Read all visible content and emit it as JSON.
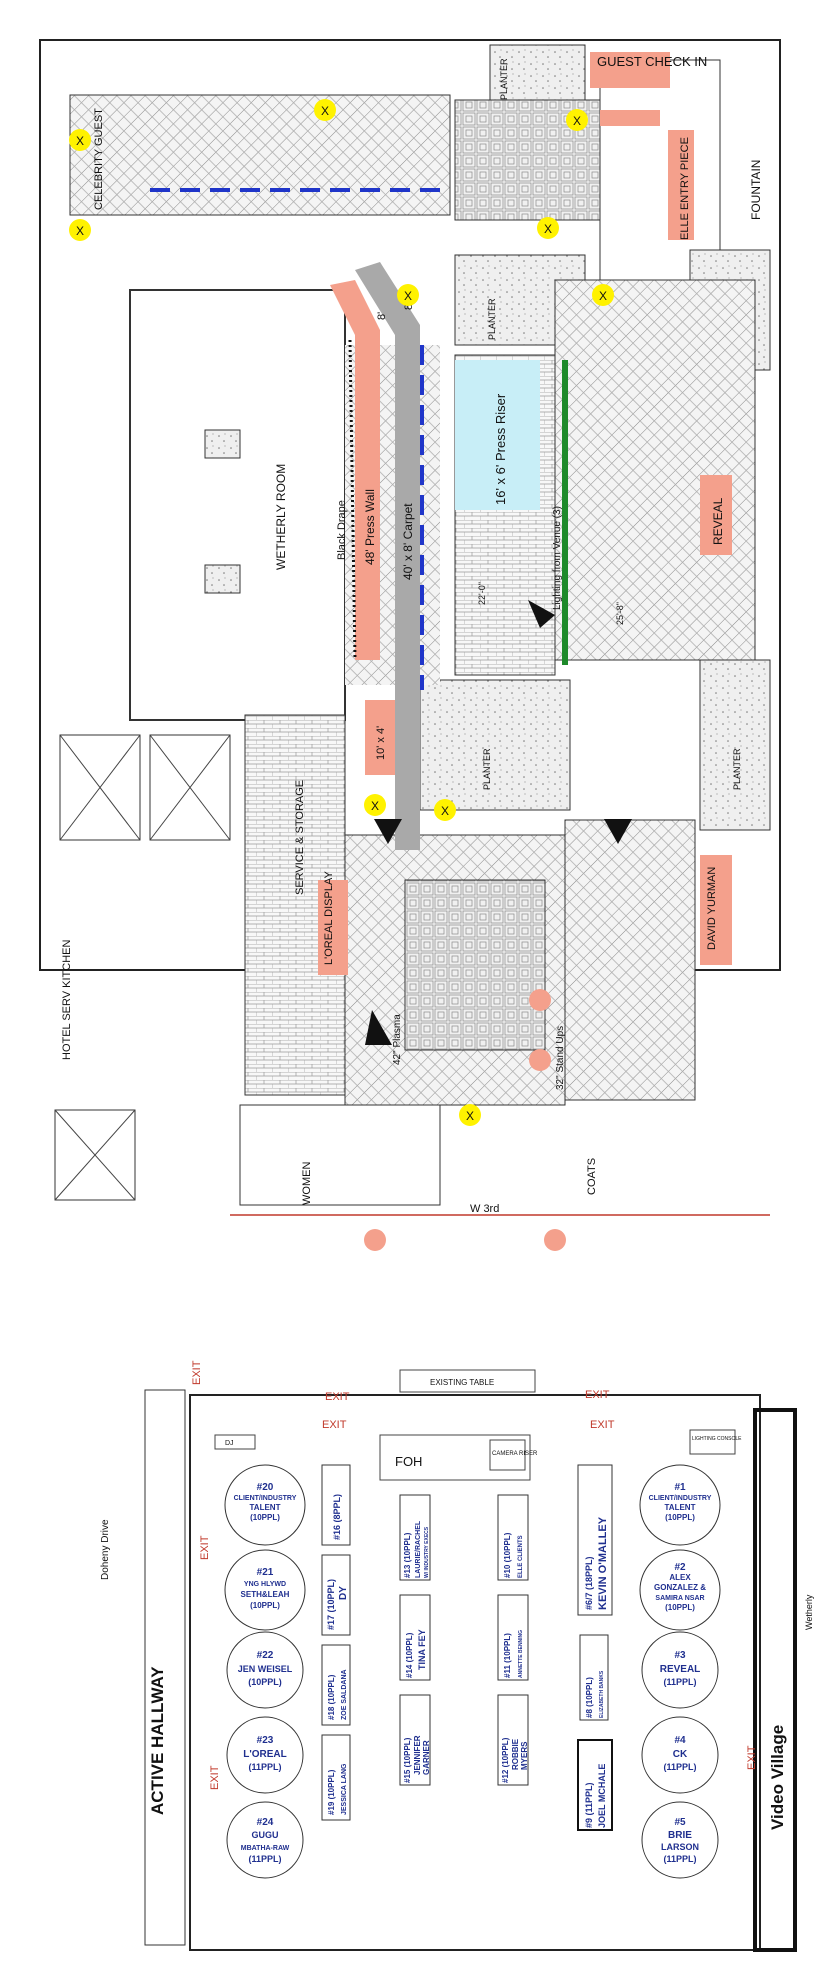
{
  "top_plan": {
    "rooms": {
      "wetherly_room": "WETHERLY ROOM",
      "hotel_serv_kitchen": "HOTEL SERV KITCHEN",
      "service_storage": "SERVICE & STORAGE",
      "women": "WOMEN",
      "coats": "COATS",
      "fountain": "FOUNTAIN",
      "planter": "PLANTER",
      "celebrity_guest": "CELEBRITY GUEST",
      "street": "W 3rd"
    },
    "labels": {
      "guest_check_in": "GUEST CHECK IN",
      "elle_entry_piece": "ELLE ENTRY PIECE",
      "reveal": "REVEAL",
      "david_yurman": "DAVID YURMAN",
      "loreal_display": "L'OREAL DISPLAY",
      "black_drape": "Black Drape",
      "press_wall": "48' Press Wall",
      "carpet": "40' x 8' Carpet",
      "carpet_8x4": "8'X4'",
      "carpet_10x4": "10' x 4'",
      "dim_8": "8'",
      "press_riser": "16' x 6' Press Riser",
      "lighting": "Lighting from Venue (3)",
      "plasma": "42\" Plasma",
      "standups": "32\" Stand Ups",
      "dim1": "22'-0\"",
      "dim2": "25'-8\""
    },
    "marker": "X"
  },
  "bottom_plan": {
    "street": "Doheny Drive",
    "active_hallway": "ACTIVE HALLWAY",
    "video_village": "Video Village",
    "wetherly": "Wetherly",
    "existing_table": "EXISTING TABLE",
    "foh": "FOH",
    "camera_riser": "CAMERA RISER",
    "dj": "DJ",
    "lighting_console": "LIGHTING CONSOLE",
    "exit": "EXIT",
    "tables": [
      {
        "l1": "#1",
        "l2": "CLIENT/INDUSTRY",
        "l3": "TALENT",
        "l4": "(10PPL)"
      },
      {
        "l1": "#2",
        "l2": "ALEX",
        "l3": "GONZALEZ &",
        "l4": "SAMIRA NSAR",
        "l5": "(10PPL)"
      },
      {
        "l1": "#3",
        "l2": "REVEAL",
        "l3": "(11PPL)"
      },
      {
        "l1": "#4",
        "l2": "CK",
        "l3": "(11PPL)"
      },
      {
        "l1": "#5",
        "l2": "BRIE",
        "l3": "LARSON",
        "l4": "(11PPL)"
      },
      {
        "l1": "#20",
        "l2": "CLIENT/INDUSTRY",
        "l3": "TALENT",
        "l4": "(10PPL)"
      },
      {
        "l1": "#21",
        "l2": "YNG HLYWD",
        "l3": "SETH&LEAH",
        "l4": "(10PPL)"
      },
      {
        "l1": "#22",
        "l2": "JEN WEISEL",
        "l3": "(10PPL)"
      },
      {
        "l1": "#23",
        "l2": "L'OREAL",
        "l3": "(11PPL)"
      },
      {
        "l1": "#24",
        "l2": "GUGU",
        "l3": "MBATHA-RAW",
        "l4": "(11PPL)"
      }
    ],
    "banquets": [
      {
        "l1": "#16 (8PPL)",
        "l2": ""
      },
      {
        "l1": "#17 (10PPL)",
        "l2": "DY"
      },
      {
        "l1": "#18 (10PPL)",
        "l2": "ZOE SALDANA"
      },
      {
        "l1": "#19 (10PPL)",
        "l2": "JESSICA LANG"
      },
      {
        "l1": "#13 (10PPL)",
        "l2": "LAURIE/RACHEL",
        "l3": "W/ INDUSTRY EXECS"
      },
      {
        "l1": "#14 (10PPL)",
        "l2": "TINA FEY"
      },
      {
        "l1": "#15 (10PPL)",
        "l2": "JENNIFER",
        "l3": "GARNER"
      },
      {
        "l1": "#10 (10PPL)",
        "l2": "ELLE CLIENTS"
      },
      {
        "l1": "#11 (10PPL)",
        "l2": "ANNETTE BENNING"
      },
      {
        "l1": "#12 (10PPL)",
        "l2": "ROBBIE",
        "l3": "MYERS"
      },
      {
        "l1": "#6/7 (18PPL)",
        "l2": "KEVIN O'MALLEY"
      },
      {
        "l1": "#8 (10PPL)",
        "l2": "ELIZABETH BANKS"
      },
      {
        "l1": "#9 (11PPL)",
        "l2": "JOEL MCHALE"
      }
    ]
  },
  "colors": {
    "salmon": "#f4a08c",
    "gray_carpet": "#a9a9a9",
    "riser": "#c8eef7",
    "dash_blue": "#1f35c9",
    "green_line": "#1e8a2a",
    "marker_yellow": "#fff200",
    "table_text": "#1f2f8f",
    "exit_red": "#c0392b"
  }
}
